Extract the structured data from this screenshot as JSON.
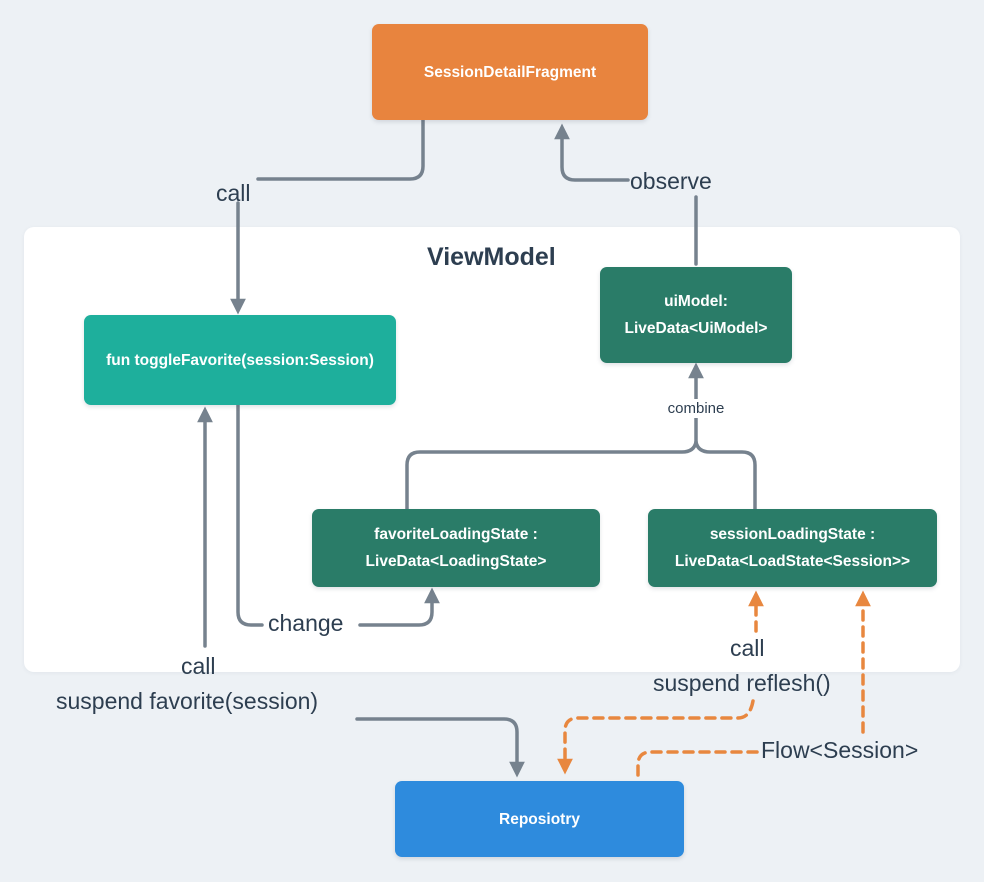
{
  "colors": {
    "background": "#EDF1F5",
    "panel": "#FFFFFF",
    "fragment_fill": "#E8843E",
    "teal_fill": "#1EAF9C",
    "green_fill": "#2A7C68",
    "blue_fill": "#2E8BDD",
    "gray_line": "#76828E",
    "orange_line": "#E8873F",
    "label_text": "#2D3E50",
    "box_text": "#FFFFFF"
  },
  "panel": {
    "title": "ViewModel"
  },
  "nodes": {
    "fragment": {
      "label": "SessionDetailFragment"
    },
    "toggle": {
      "label": "fun toggleFavorite(session:Session)"
    },
    "ui_model": {
      "line1": "uiModel:",
      "line2": "LiveData<UiModel>"
    },
    "favorite_state": {
      "line1": "favoriteLoadingState :",
      "line2": "LiveData<LoadingState>"
    },
    "session_state": {
      "line1": "sessionLoadingState :",
      "line2": "LiveData<LoadState<Session>>"
    },
    "repository": {
      "label": "Reposiotry"
    }
  },
  "edge_labels": {
    "call_top": "call",
    "observe": "observe",
    "combine": "combine",
    "change": "change",
    "call_left": "call",
    "suspend_favorite": "suspend favorite(session)",
    "call_right": "call",
    "suspend_reflesh": "suspend reflesh()",
    "flow_session": "Flow<Session>"
  }
}
